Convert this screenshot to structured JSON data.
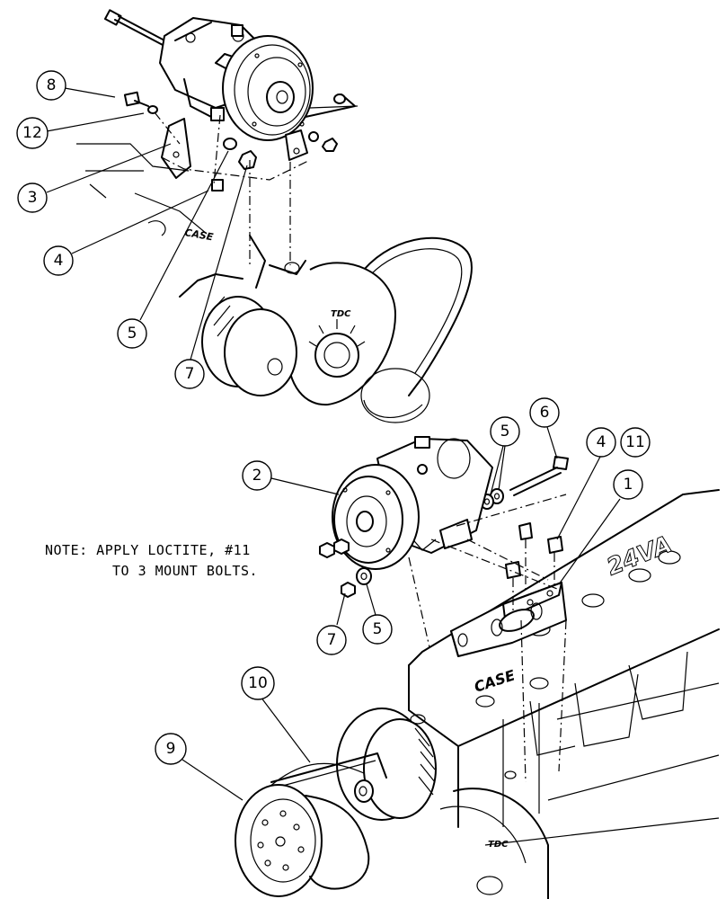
{
  "note": {
    "line1": "NOTE: APPLY LOCTITE, #11",
    "line2": "TO 3 MOUNT BOLTS."
  },
  "callouts": {
    "top_8": "8",
    "top_12": "12",
    "top_3": "3",
    "top_4": "4",
    "top_5": "5",
    "top_7": "7",
    "bot_2": "2",
    "bot_5a": "5",
    "bot_6": "6",
    "bot_4": "4",
    "bot_11": "11",
    "bot_1": "1",
    "bot_7": "7",
    "bot_5b": "5",
    "bot_10": "10",
    "bot_9": "9"
  },
  "markings": {
    "tdc_top": "TDC",
    "tdc_bottom": "TDC",
    "engine_model": "24VA",
    "brand_bottom": "CASE",
    "brand_top": "CASE"
  }
}
